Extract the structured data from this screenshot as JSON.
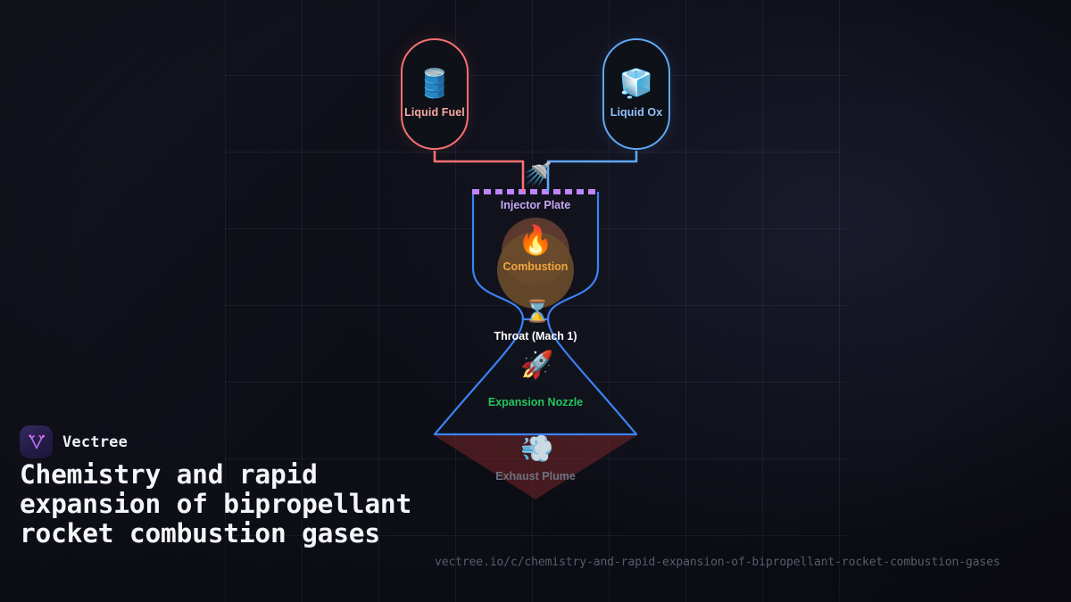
{
  "brand": {
    "name": "Vectree",
    "logo_icon": "vectree-v-tree-logo",
    "accent": "#a855f7"
  },
  "headline": "Chemistry and rapid expansion of bipropellant rocket combustion gases",
  "footer": {
    "url": "vectree.io/c/chemistry-and-rapid-expansion-of-bipropellant-rocket-combustion-gases"
  },
  "diagram": {
    "type": "rocket-engine-schematic",
    "background": "#0c0d14",
    "grid_color": "rgba(150,165,190,0.085)",
    "nodes": [
      {
        "id": "liquid-fuel",
        "label": "Liquid Fuel",
        "icon": "oil-drum-icon",
        "emoji": "🛢️",
        "shape": "pill",
        "border_color": "#f87171",
        "text_color": "#f9a8a1"
      },
      {
        "id": "liquid-ox",
        "label": "Liquid Ox",
        "icon": "ice-cube-icon",
        "emoji": "🧊",
        "shape": "pill",
        "border_color": "#5fa8f5",
        "text_color": "#8fc2f8"
      },
      {
        "id": "injector-plate",
        "label": "Injector Plate",
        "icon": "shower-spray-icon",
        "emoji": "🚿",
        "shape": "dashed-plate",
        "border_color": "#c084fc",
        "text_color": "#c4a7f2"
      },
      {
        "id": "combustion",
        "label": "Combustion",
        "icon": "fire-icon",
        "emoji": "🔥",
        "shape": "ember-blobs",
        "fill_color": "#6b4a2e",
        "text_color": "#f0a63c"
      },
      {
        "id": "throat",
        "label": "Throat (Mach 1)",
        "icon": "hourglass-icon",
        "emoji": "⌛",
        "shape": "waist",
        "text_color": "#ffffff"
      },
      {
        "id": "expansion-nozzle",
        "label": "Expansion Nozzle",
        "icon": "rocket-icon",
        "emoji": "🚀",
        "shape": "bell",
        "border_color": "#3b82f6",
        "text_color": "#22c55e"
      },
      {
        "id": "exhaust-plume",
        "label": "Exhaust Plume",
        "icon": "smoke-cloud-icon",
        "emoji": "💨",
        "shape": "triangle-down",
        "fill_color": "#7f2b2b",
        "text_color": "#6e7280"
      }
    ],
    "edges": [
      {
        "id": "fuel-to-injector",
        "from": "liquid-fuel",
        "to": "injector-plate",
        "color": "#f87171"
      },
      {
        "id": "ox-to-injector",
        "from": "liquid-ox",
        "to": "injector-plate",
        "color": "#5fa8f5"
      }
    ]
  }
}
